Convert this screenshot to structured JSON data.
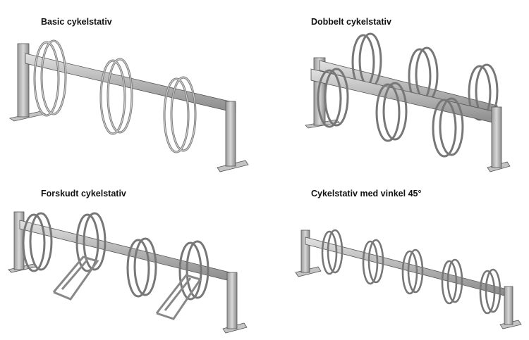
{
  "panels": [
    {
      "caption": "Basic cykelstativ",
      "icon": "basic-bike-rack-illustration"
    },
    {
      "caption": "Dobbelt cykelstativ",
      "icon": "double-bike-rack-illustration"
    },
    {
      "caption": "Forskudt cykelstativ",
      "icon": "staggered-bike-rack-illustration"
    },
    {
      "caption": "Cykelstativ med vinkel 45°",
      "icon": "angled-45-bike-rack-illustration"
    }
  ],
  "colors": {
    "metal_light": "#d6d6d6",
    "metal_mid": "#a8a8a8",
    "metal_dark": "#6e6e6e",
    "outline": "#4a4a4a"
  }
}
